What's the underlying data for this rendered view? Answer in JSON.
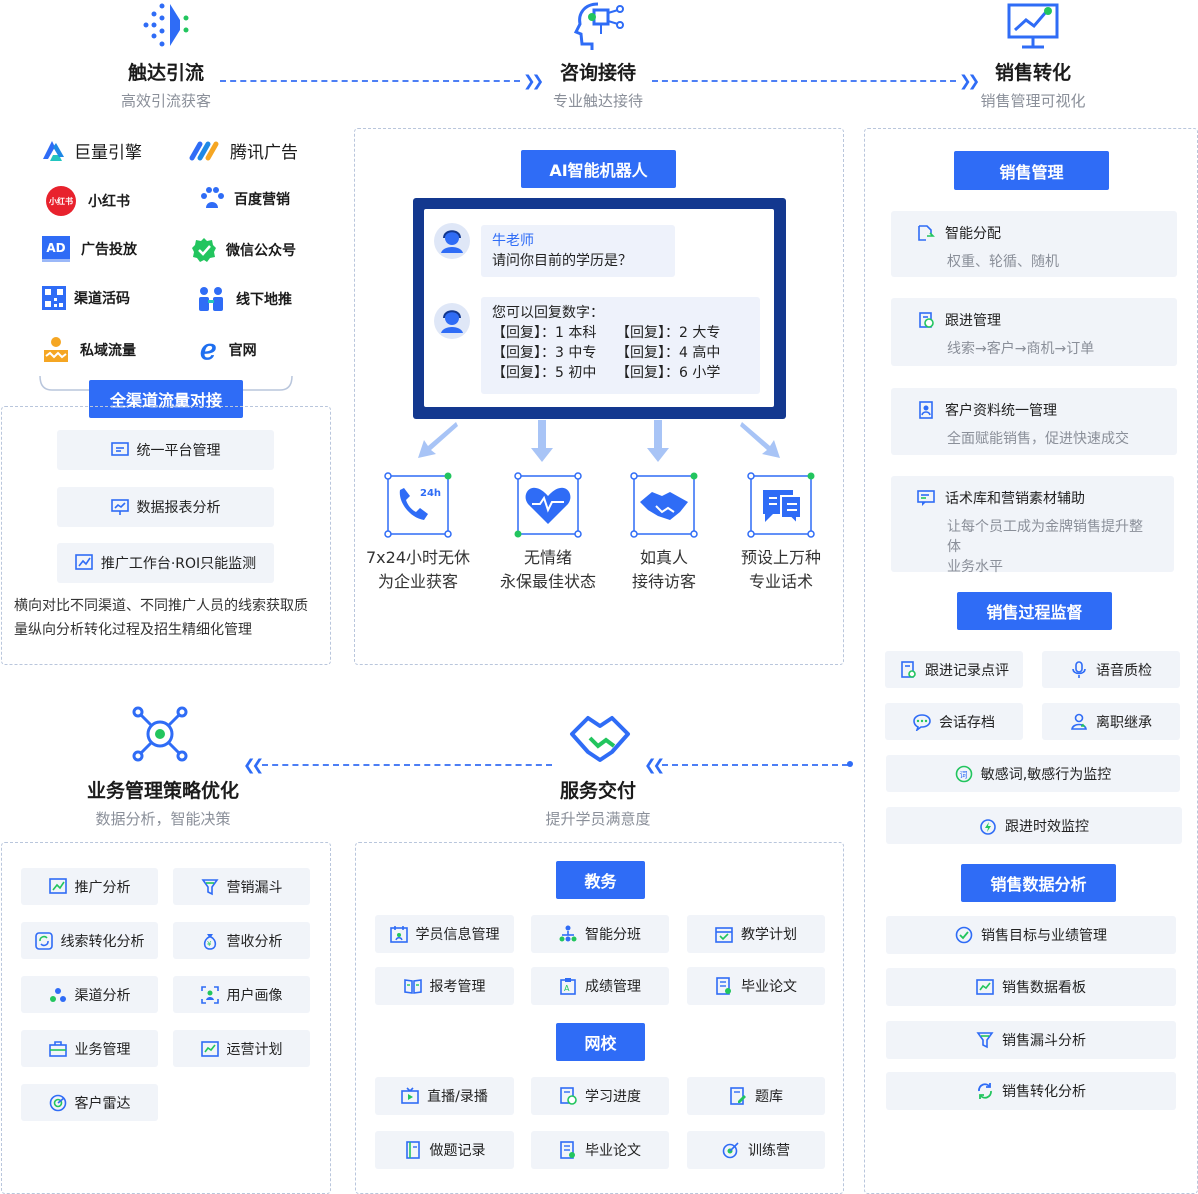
{
  "stages": {
    "reach": {
      "title": "触达引流",
      "sub": "高效引流获客"
    },
    "consult": {
      "title": "咨询接待",
      "sub": "专业触达接待"
    },
    "sales": {
      "title": "销售转化",
      "sub": "销售管理可视化"
    },
    "service": {
      "title": "服务交付",
      "sub": "提升学员满意度"
    },
    "business": {
      "title": "业务管理策略优化",
      "sub": "数据分析，智能决策"
    }
  },
  "channels": [
    "巨量引擎",
    "腾讯广告",
    "小红书",
    "百度营销",
    "广告投放",
    "微信公众号",
    "渠道活码",
    "线下地推",
    "私域流量",
    "官网"
  ],
  "channel_logo_text": {
    "xhs": "小红书",
    "ad": "AD"
  },
  "channel_btn": "全渠道流量对接",
  "channel_items": [
    "统一平台管理",
    "数据报表分析",
    "推广工作台·ROI只能监测"
  ],
  "channel_note": [
    "横向对比不同渠道、不同推广人员的线索获取质",
    "量纵向分析转化过程及招生精细化管理"
  ],
  "robot": {
    "title": "AI智能机器人",
    "teacher": "牛老师",
    "question": "请问你目前的学历是？",
    "reply_intro": "您可以回复数字：",
    "options": [
      [
        "【回复】：1 本科",
        "【回复】：2 大专"
      ],
      [
        "【回复】：3 中专",
        "【回复】：4 高中"
      ],
      [
        "【回复】：5 初中",
        "【回复】：6 小学"
      ]
    ],
    "features": [
      [
        "7x24小时无休",
        "为企业获客"
      ],
      [
        "无情绪",
        "永保最佳状态"
      ],
      [
        "如真人",
        "接待访客"
      ],
      [
        "预设上万种",
        "专业话术"
      ]
    ],
    "badge_24h": "24h"
  },
  "sales_mgmt": {
    "title": "销售管理",
    "items": [
      {
        "t": "智能分配",
        "d": [
          "权重、轮循、随机"
        ]
      },
      {
        "t": "跟进管理",
        "d": [
          "线索→客户→商机→订单"
        ]
      },
      {
        "t": "客户资料统一管理",
        "d": [
          "全面赋能销售，促进快速成交"
        ]
      },
      {
        "t": "话术库和营销素材辅助",
        "d": [
          "让每个员工成为金牌销售提升整体",
          "业务水平"
        ]
      }
    ]
  },
  "sales_monitor": {
    "title": "销售过程监督",
    "items": [
      "跟进记录点评",
      "语音质检",
      "会话存档",
      "离职继承",
      "敏感词,敏感行为监控",
      "跟进时效监控"
    ]
  },
  "sales_data": {
    "title": "销售数据分析",
    "items": [
      "销售目标与业绩管理",
      "销售数据看板",
      "销售漏斗分析",
      "销售转化分析"
    ]
  },
  "service": {
    "edu_title": "教务",
    "edu": [
      "学员信息管理",
      "智能分班",
      "教学计划",
      "报考管理",
      "成绩管理",
      "毕业论文"
    ],
    "net_title": "网校",
    "net": [
      "直播/录播",
      "学习进度",
      "题库",
      "做题记录",
      "毕业论文",
      "训练营"
    ]
  },
  "business": {
    "items": [
      "推广分析",
      "营销漏斗",
      "线索转化分析",
      "营收分析",
      "渠道分析",
      "用户画像",
      "业务管理",
      "运营计划",
      "客户雷达"
    ]
  },
  "colors": {
    "blue": "#2f6cf6",
    "light": "#f1f4f9",
    "screen": "#13388f"
  }
}
